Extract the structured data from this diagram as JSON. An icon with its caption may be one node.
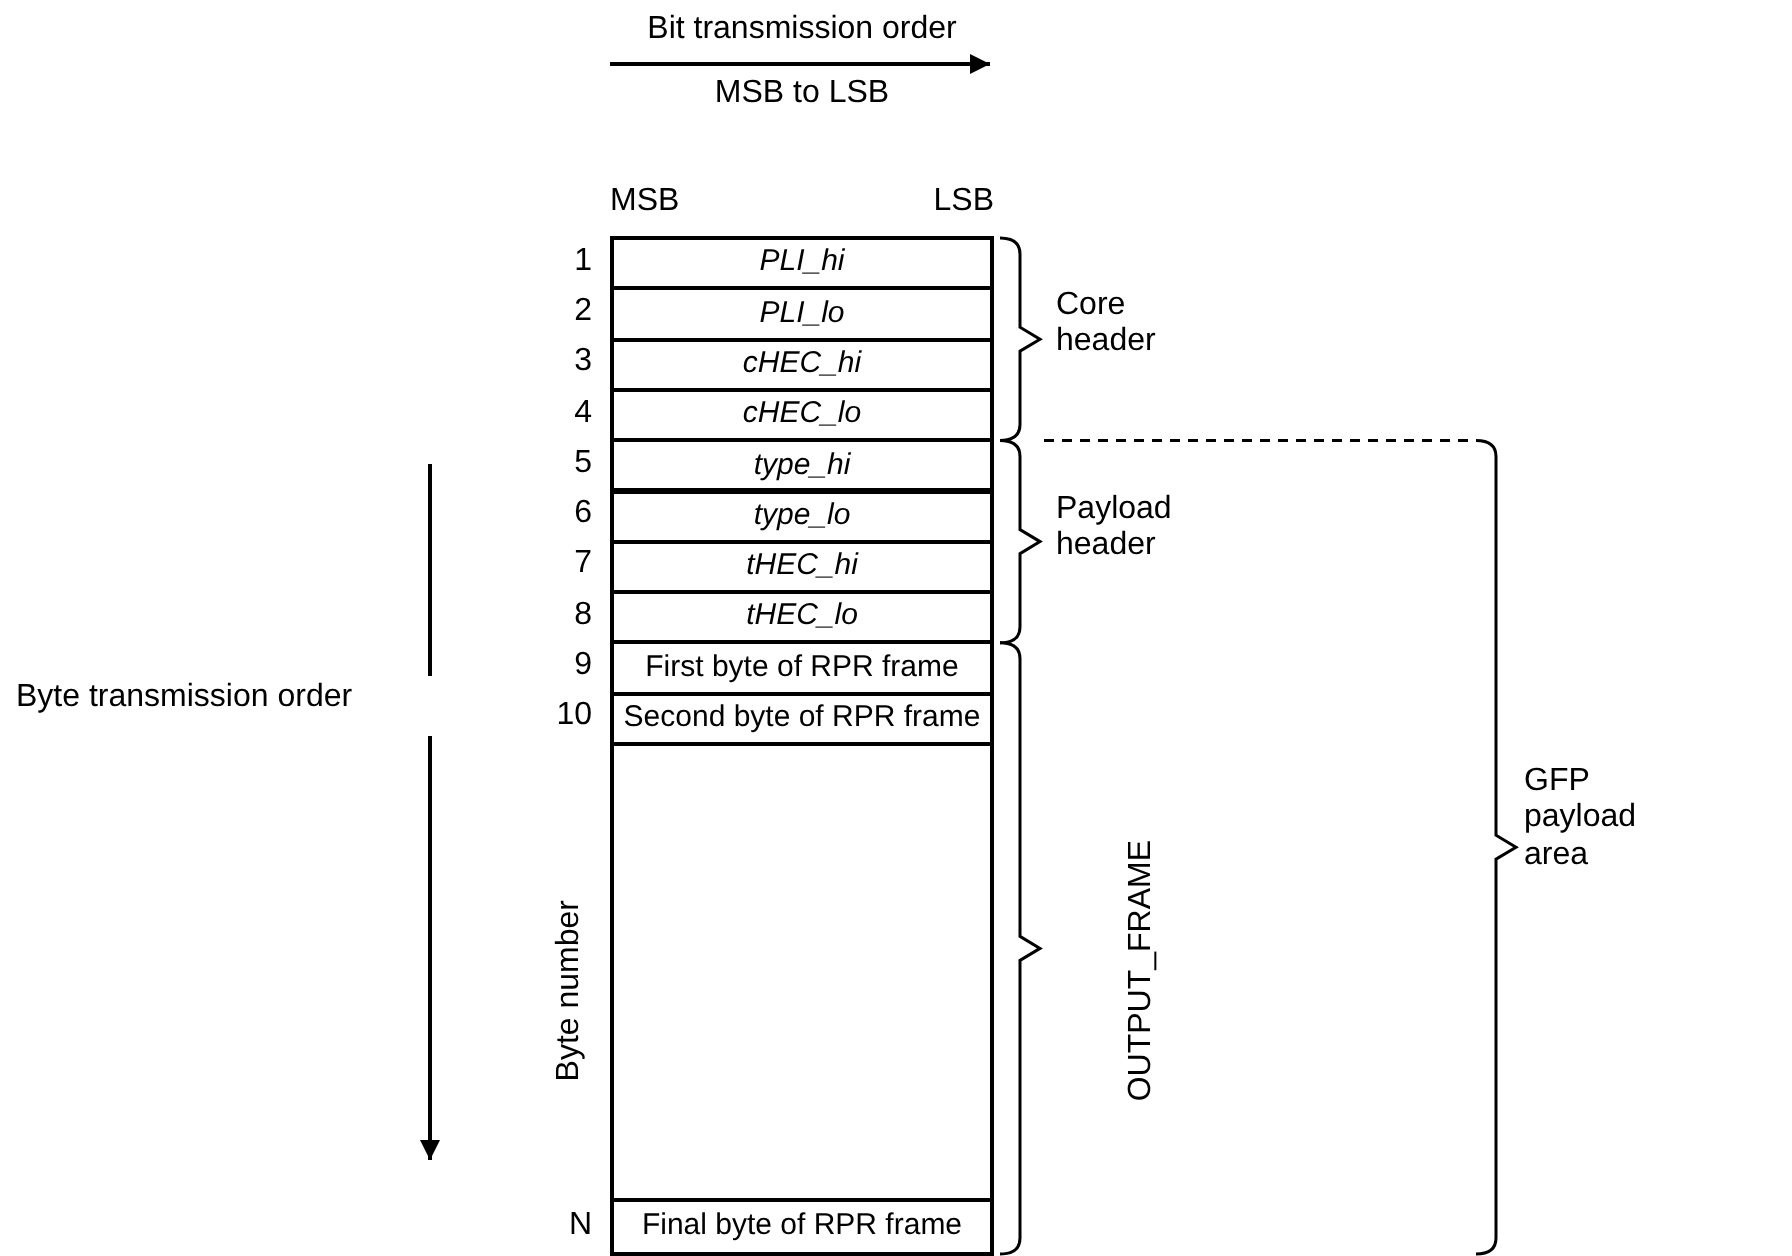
{
  "diagram": {
    "nodes": [
      {
        "text": [
          "PLI_hi"
        ],
        "beside": [
          "1"
        ]
      },
      {
        "text": [
          "PLI_lo"
        ],
        "beside": [
          "2"
        ]
      },
      {
        "text": [
          "cHEC_hi"
        ],
        "beside": [
          "3"
        ]
      },
      {
        "text": [
          "cHEC_lo"
        ],
        "beside": [
          "4"
        ]
      },
      {
        "text": [
          "type_hi"
        ],
        "beside": [
          "5"
        ]
      },
      {
        "text": [
          "type_lo"
        ],
        "beside": [
          "6"
        ]
      },
      {
        "text": [
          "tHEC_hi"
        ],
        "beside": [
          "7"
        ]
      },
      {
        "text": [
          "tHEC_lo"
        ],
        "beside": [
          "8"
        ]
      },
      {
        "text": [
          "First byte of RPR frame"
        ],
        "beside": [
          "9"
        ]
      },
      {
        "text": [
          "Second byte of RPR frame"
        ],
        "beside": [
          "10"
        ]
      },
      {
        "text": [],
        "shape": "box"
      },
      {
        "text": [
          "Final byte of RPR frame"
        ],
        "beside": [
          "N"
        ]
      }
    ],
    "edges": [],
    "labels": [
      "Bit transmission order",
      "MSB to LSB",
      "MSB",
      "LSB",
      "Core header",
      "Payload header",
      "GFP payload area",
      "OUTPUT_FRAME",
      "Byte transmission order",
      "Byte number"
    ]
  }
}
